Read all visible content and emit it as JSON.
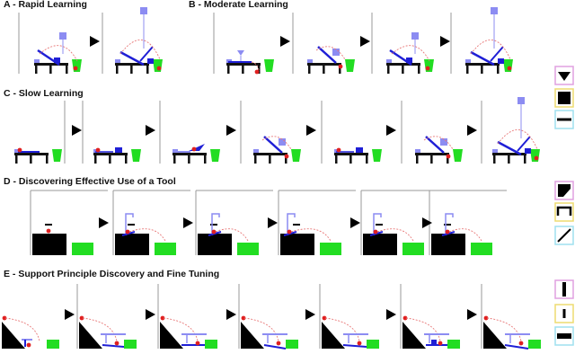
{
  "panels": [
    {
      "id": "A",
      "title": "A - Rapid Learning"
    },
    {
      "id": "B",
      "title": "B - Moderate Learning"
    },
    {
      "id": "C",
      "title": "C - Slow Learning"
    },
    {
      "id": "D",
      "title": "D - Discovering Effective Use of a Tool"
    },
    {
      "id": "E",
      "title": "E - Support Principle Discovery and Fine Tuning"
    }
  ],
  "colors": {
    "goal": "#22dd22",
    "tool_blue": "#1f1fd6",
    "tool_light": "#8c8cf2",
    "ball": "#e02020",
    "trajectory": "#e87878",
    "ground": "#111111",
    "legend_pink": "#e0a0e0",
    "legend_yellow": "#eedc70",
    "legend_cyan": "#9fe0ef"
  },
  "legend_icons": [
    {
      "name": "triangle-down-icon",
      "border": "legend_pink"
    },
    {
      "name": "square-block-icon",
      "border": "legend_yellow"
    },
    {
      "name": "bar-icon",
      "border": "legend_cyan"
    },
    {
      "name": "corner-wedge-icon",
      "border": "legend_pink"
    },
    {
      "name": "hook-icon",
      "border": "legend_yellow"
    },
    {
      "name": "diagonal-line-icon",
      "border": "legend_cyan"
    },
    {
      "name": "vertical-bar-icon",
      "border": "legend_pink"
    },
    {
      "name": "short-bar-icon",
      "border": "legend_yellow"
    },
    {
      "name": "horizontal-bar-icon",
      "border": "legend_cyan"
    }
  ]
}
